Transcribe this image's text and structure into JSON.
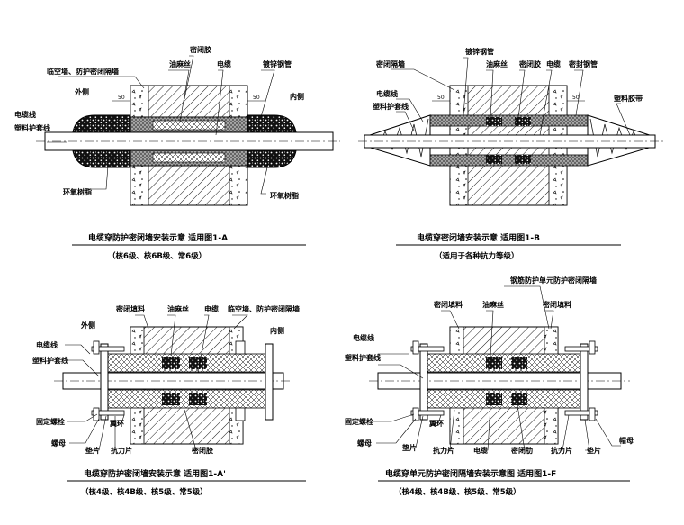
{
  "diagram_a": {
    "labels": {
      "wall": "临空墙、防护密闭隔墙",
      "sealant": "密闭胶",
      "oakum": "油麻丝",
      "cable": "电缆",
      "steel_sleeve": "镀锌钢管",
      "outer_side": "外侧",
      "inner_side": "内侧",
      "cable_line": "电缆线",
      "plastic_sleeve": "塑料护套线",
      "epoxy_left": "环氧树脂",
      "epoxy_right": "环氧树脂"
    },
    "dims": [
      "50",
      "50"
    ],
    "caption": "电缆穿防护密闭墙安装示意   适用图1-A",
    "subcaption": "（核6级、核6B级、常6级）"
  },
  "diagram_b": {
    "labels": {
      "wall": "密闭隔墙",
      "steel_sleeve": "镀锌钢管",
      "oakum": "油麻丝",
      "sealant": "密闭胶",
      "cable": "电缆",
      "seal_steel": "密封钢管",
      "cable_line": "电缆线",
      "plastic_sleeve": "塑料护套线",
      "tape": "塑料胶带"
    },
    "dims": [
      "50",
      "50"
    ],
    "caption": "电缆穿密闭墙安装示意   适用图1-B",
    "subcaption": "（适用于各种抗力等级）"
  },
  "diagram_c": {
    "labels": {
      "filler": "密闭填料",
      "oakum": "油麻丝",
      "cable": "电缆",
      "wall": "临空墙、防护密闭隔墙",
      "outer_side": "外侧",
      "inner_side": "内侧",
      "cable_line": "电缆线",
      "plastic_sleeve": "塑料护套线",
      "bolt": "固定螺栓",
      "nut": "螺母",
      "washer": "垫片",
      "pressure_plate": "抗力片",
      "sealant": "密闭胶",
      "fin": "翼环"
    },
    "caption": "电缆穿防护密闭墙安装示意   适用图1-A'",
    "subcaption": "（核4级、核4B级、核5级、常5级）"
  },
  "diagram_d": {
    "labels": {
      "wall_top": "钢筋防护单元防护密闭隔墙",
      "filler_left": "密闭填料",
      "oakum": "油麻丝",
      "filler_right": "密闭填料",
      "cable_line": "电缆线",
      "plastic_sleeve": "塑料护套线",
      "bolt": "固定螺栓",
      "nut": "螺母",
      "washer": "垫片",
      "fin": "翼环",
      "pressure_plate_left": "抗力片",
      "cable": "电缆",
      "seal_rib": "密闭肋",
      "pressure_plate_right": "抗力片",
      "washer_right": "垫片",
      "cap_nut": "帽母"
    },
    "caption": "电缆穿单元防护密闭隔墙安装示意图   适用图1-F",
    "subcaption": "（核4级、核4B级、核5级、常5级）"
  }
}
